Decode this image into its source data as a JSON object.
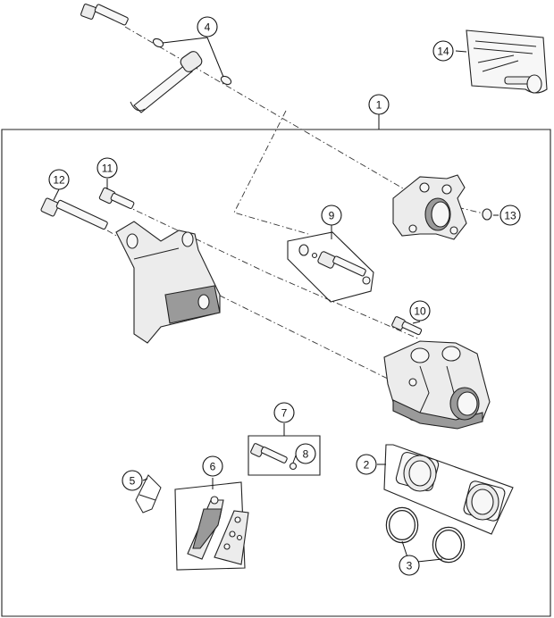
{
  "callouts": [
    {
      "id": "c1",
      "label": "1"
    },
    {
      "id": "c2",
      "label": "2"
    },
    {
      "id": "c3",
      "label": "3"
    },
    {
      "id": "c4",
      "label": "4"
    },
    {
      "id": "c5",
      "label": "5"
    },
    {
      "id": "c6",
      "label": "6"
    },
    {
      "id": "c7",
      "label": "7"
    },
    {
      "id": "c8",
      "label": "8"
    },
    {
      "id": "c9",
      "label": "9"
    },
    {
      "id": "c10",
      "label": "10"
    },
    {
      "id": "c11",
      "label": "11"
    },
    {
      "id": "c12",
      "label": "12"
    },
    {
      "id": "c13",
      "label": "13"
    },
    {
      "id": "c14",
      "label": "14"
    }
  ],
  "colors": {
    "line": "#222222",
    "part_fill": "#ececec",
    "part_shadow": "#9a9a9a",
    "background": "#ffffff"
  }
}
